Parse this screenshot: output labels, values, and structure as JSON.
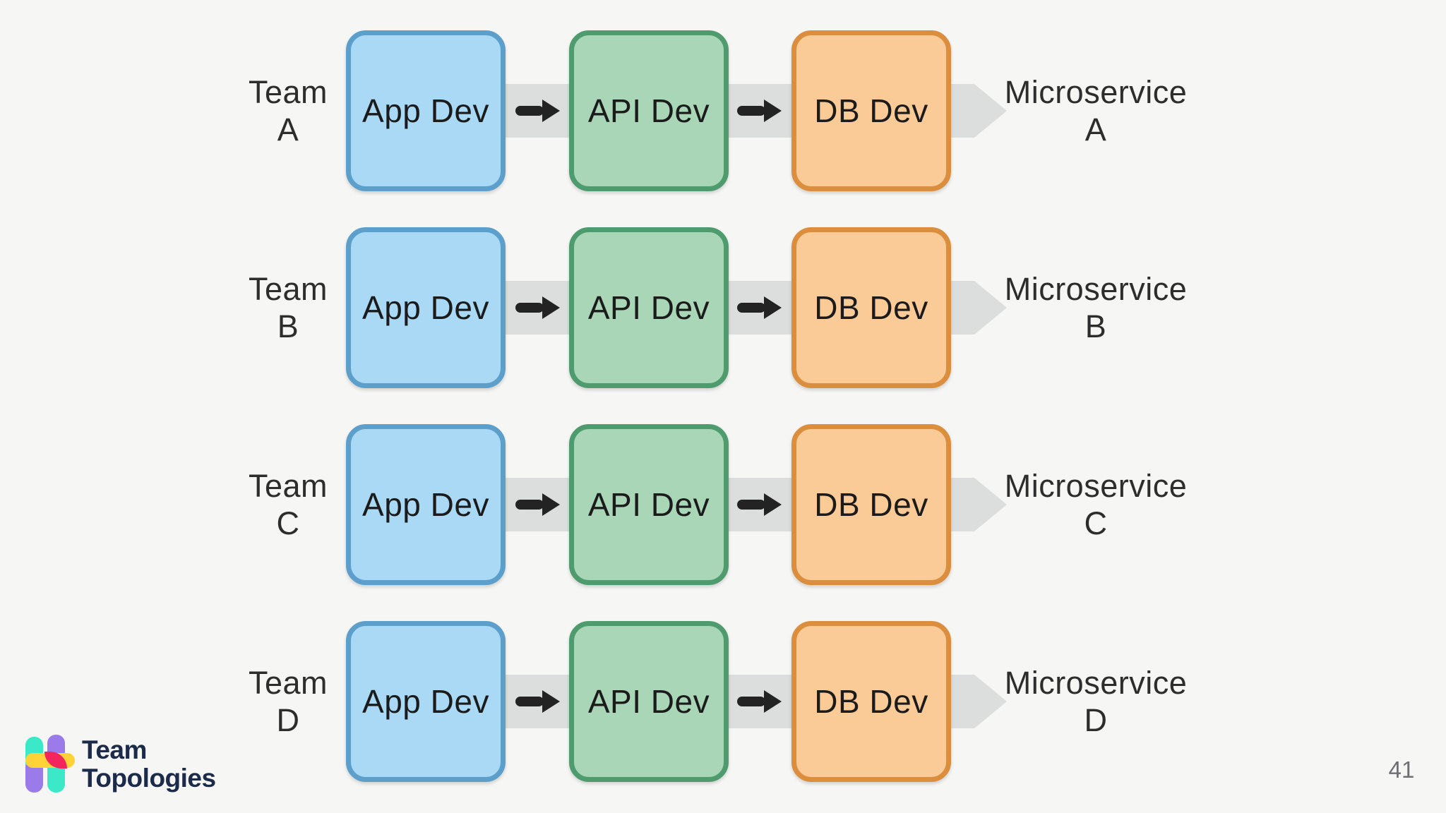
{
  "slide": {
    "page_number": "41",
    "background": "#f6f6f5"
  },
  "colors": {
    "app_dev_fill": "#a9d9f5",
    "app_dev_border": "#5c9fcb",
    "api_dev_fill": "#a9d6b6",
    "api_dev_border": "#4e9c6d",
    "db_dev_fill": "#faca97",
    "db_dev_border": "#db8e3d",
    "pipeline_band_gray": "#dcdddd",
    "arrow_black": "#232323",
    "label_text": "#2d2d2d",
    "logo_navy": "#1c2b4a",
    "logo_teal": "#3be8c7",
    "logo_purple": "#9b7bea",
    "logo_yellow": "#ffd337",
    "logo_pink": "#f2255c",
    "page_number_gray": "#6f6f73"
  },
  "rows": [
    {
      "team": {
        "line1": "Team",
        "line2": "A"
      },
      "boxes": [
        "App Dev",
        "API Dev",
        "DB Dev"
      ],
      "microservice": {
        "line1": "Microservice",
        "line2": "A"
      }
    },
    {
      "team": {
        "line1": "Team",
        "line2": "B"
      },
      "boxes": [
        "App Dev",
        "API Dev",
        "DB Dev"
      ],
      "microservice": {
        "line1": "Microservice",
        "line2": "B"
      }
    },
    {
      "team": {
        "line1": "Team",
        "line2": "C"
      },
      "boxes": [
        "App Dev",
        "API Dev",
        "DB Dev"
      ],
      "microservice": {
        "line1": "Microservice",
        "line2": "C"
      }
    },
    {
      "team": {
        "line1": "Team",
        "line2": "D"
      },
      "boxes": [
        "App Dev",
        "API Dev",
        "DB Dev"
      ],
      "microservice": {
        "line1": "Microservice",
        "line2": "D"
      }
    }
  ],
  "logo": {
    "line1": "Team",
    "line2": "Topologies"
  }
}
